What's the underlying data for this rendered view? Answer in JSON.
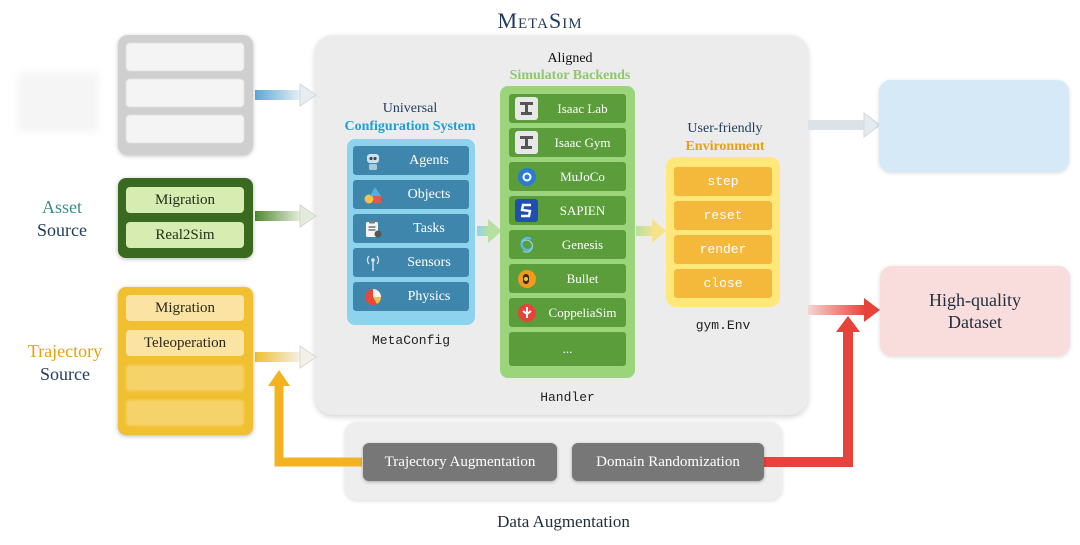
{
  "title": "MetaSim",
  "asset_source": {
    "label_line1": "Asset",
    "label_line2": "Source",
    "items": [
      "Migration",
      "Real2Sim"
    ]
  },
  "trajectory_source": {
    "label_line1": "Trajectory",
    "label_line2": "Source",
    "items": [
      "Migration",
      "Teleoperation"
    ]
  },
  "config_system": {
    "header_line1": "Universal",
    "header_line2": "Configuration System",
    "items": [
      {
        "label": "Agents",
        "icon": "robot-icon"
      },
      {
        "label": "Objects",
        "icon": "shapes-icon"
      },
      {
        "label": "Tasks",
        "icon": "clipboard-icon"
      },
      {
        "label": "Sensors",
        "icon": "antenna-icon"
      },
      {
        "label": "Physics",
        "icon": "pie-icon"
      }
    ],
    "caption": "MetaConfig"
  },
  "simulators": {
    "header_line1": "Aligned",
    "header_line2": "Simulator Backends",
    "items": [
      {
        "label": "Isaac Lab",
        "icon": "isaac-icon"
      },
      {
        "label": "Isaac Gym",
        "icon": "isaac-icon"
      },
      {
        "label": "MuJoCo",
        "icon": "mujoco-icon"
      },
      {
        "label": "SAPIEN",
        "icon": "sapien-icon"
      },
      {
        "label": "Genesis",
        "icon": "genesis-icon"
      },
      {
        "label": "Bullet",
        "icon": "bullet-icon"
      },
      {
        "label": "CoppeliaSim",
        "icon": "coppelia-icon"
      },
      {
        "label": "...",
        "icon": ""
      }
    ],
    "caption": "Handler"
  },
  "environment": {
    "header_line1": "User-friendly",
    "header_line2": "Environment",
    "items": [
      "step",
      "reset",
      "render",
      "close"
    ],
    "caption": "gym.Env"
  },
  "output": {
    "dataset_line1": "High-quality",
    "dataset_line2": "Dataset"
  },
  "augmentation": {
    "items": [
      "Trajectory Augmentation",
      "Domain Randomization"
    ],
    "label": "Data Augmentation"
  },
  "colors": {
    "config_accent": "#1ba1d8",
    "simulator_accent": "#8ec86b",
    "environment_accent": "#e6a010",
    "asset_green": "#3a6a1f",
    "trajectory_yellow": "#f0c030",
    "red_arrow": "#e8433a",
    "orange_arrow": "#f3b320"
  }
}
